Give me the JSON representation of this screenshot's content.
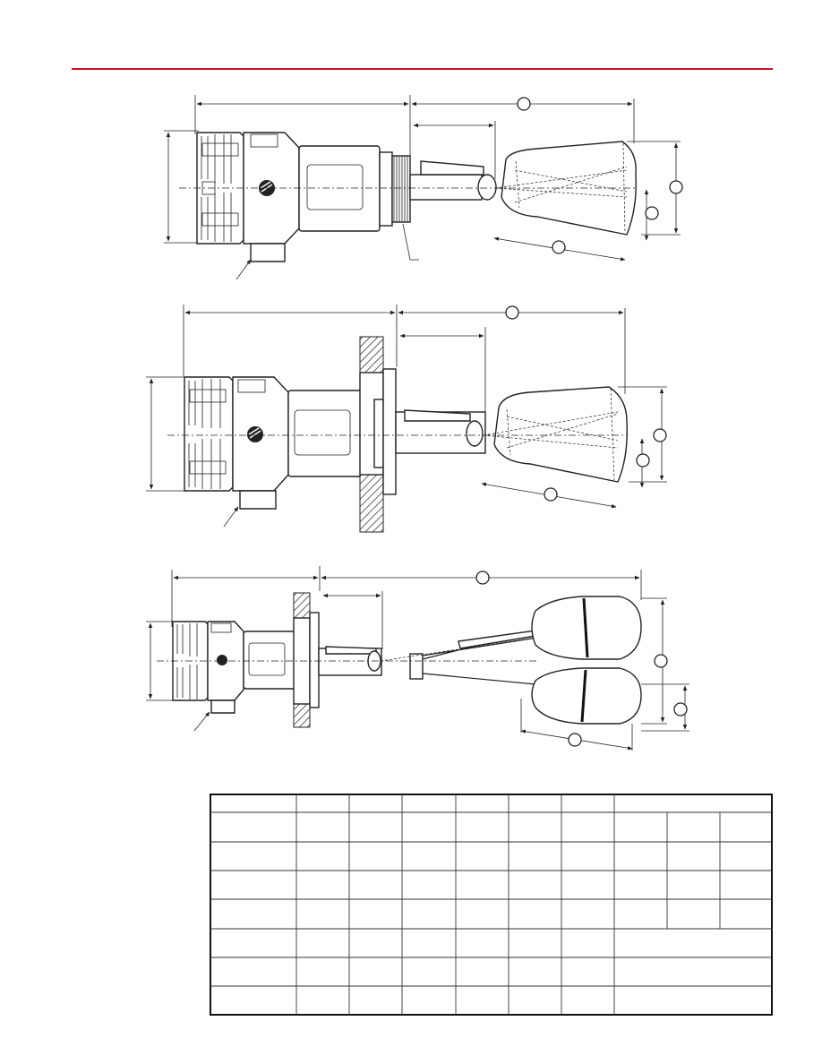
{
  "header": {
    "rule_color": "#c8102e"
  },
  "drawings": [
    {
      "name": "threaded-mount-switch"
    },
    {
      "name": "flanged-mount-switch"
    },
    {
      "name": "flanged-mount-long-arm-switch"
    }
  ],
  "table": {
    "rows": 8,
    "cols": 10
  }
}
